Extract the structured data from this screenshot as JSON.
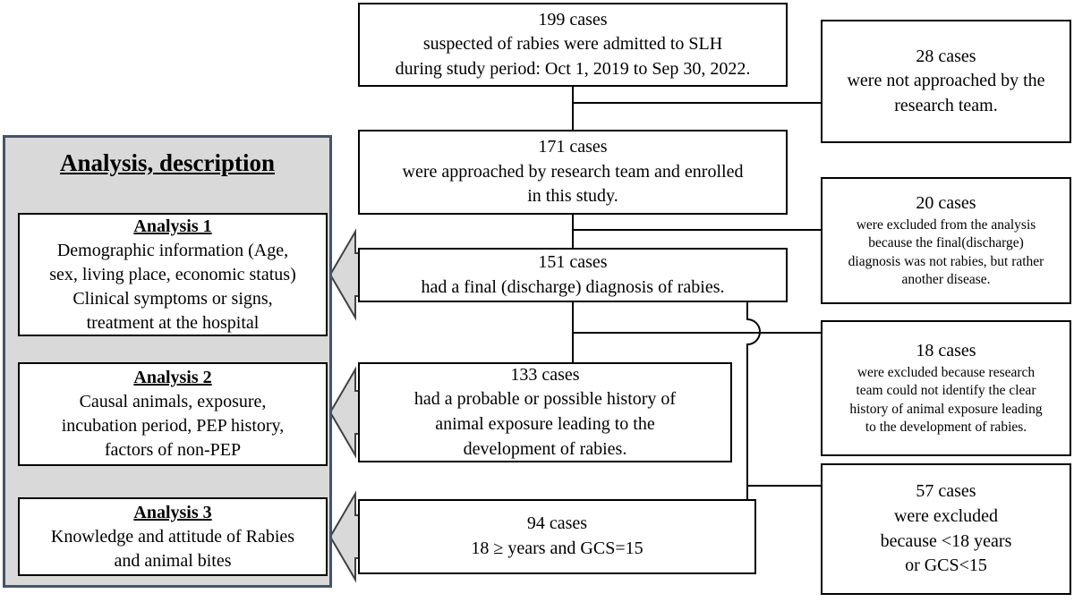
{
  "panel": {
    "title": "Analysis, description",
    "analyses": [
      {
        "heading": "Analysis 1",
        "body": "Demographic information (Age,\nsex, living place, economic status)\nClinical symptoms or signs,\ntreatment at the hospital"
      },
      {
        "heading": "Analysis 2",
        "body": "Causal animals, exposure,\nincubation period, PEP history,\nfactors of non-PEP"
      },
      {
        "heading": "Analysis 3",
        "body": "Knowledge and attitude of Rabies\nand animal bites"
      }
    ]
  },
  "flow": [
    {
      "heading": "199 cases",
      "body": "suspected of rabies were admitted to SLH\nduring study period: Oct 1, 2019 to Sep 30, 2022."
    },
    {
      "heading": "171 cases",
      "body": "were approached by research team and enrolled\nin this study."
    },
    {
      "heading": "151 cases",
      "body": "had a final (discharge) diagnosis of rabies."
    },
    {
      "heading": "133 cases",
      "body": "had a probable or possible history of\nanimal exposure leading to the\ndevelopment of rabies."
    },
    {
      "heading": "94 cases",
      "body": "18 ≥ years and GCS=15"
    }
  ],
  "exclusions": [
    {
      "heading": "28 cases",
      "body": "were not approached by the\nresearch team."
    },
    {
      "heading": "20 cases",
      "body": "were excluded from the analysis\nbecause the final(discharge)\ndiagnosis was not rabies, but rather\nanother disease."
    },
    {
      "heading": "18 cases",
      "body": "were excluded because research\nteam could not identify the clear\nhistory of animal exposure leading\nto the development of rabies."
    },
    {
      "heading": "57 cases",
      "body": "were excluded\nbecause <18 years\nor GCS<15"
    }
  ],
  "colors": {
    "box_border": "#000000",
    "box_fill": "#ffffff",
    "panel_fill": "#d9d9d9",
    "panel_border": "#44546a",
    "arrow_fill": "#d9d9d9",
    "arrow_stroke": "#404040",
    "connector": "#000000"
  }
}
